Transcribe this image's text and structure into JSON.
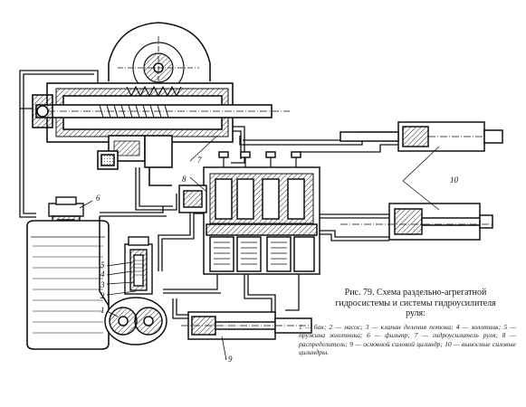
{
  "figure": {
    "caption_lines": [
      "Рис. 79. Схема раздельно-агрегатной",
      "гидросистемы и системы гидроусилителя",
      "руля:"
    ],
    "legend": [
      {
        "num": "1",
        "text": "бак"
      },
      {
        "num": "2",
        "text": "насос"
      },
      {
        "num": "3",
        "text": "клапан деления потока"
      },
      {
        "num": "4",
        "text": "золотник"
      },
      {
        "num": "5",
        "text": "пружина золотника"
      },
      {
        "num": "6",
        "text": "фильтр"
      },
      {
        "num": "7",
        "text": "гидроусилитель руля"
      },
      {
        "num": "8",
        "text": "распределитель"
      },
      {
        "num": "9",
        "text": "основной силовой цилиндр"
      },
      {
        "num": "10",
        "text": "выносные силовые цилиндры"
      }
    ],
    "legend_text": "1 — бак; 2 — насос; 3 — клапан деления потока; 4 — золотник; 5 — пружина золотника; 6 — фильтр; 7 — гидроусилитель руля; 8 — распределитель; 9 — основной силовой цилиндр; 10 — выносные силовые цилиндры."
  },
  "callouts": {
    "c1": "1",
    "c2": "2",
    "c3": "3",
    "c4": "4",
    "c5": "5",
    "c6": "6",
    "c7": "7",
    "c8": "8",
    "c9": "9",
    "c10": "10"
  }
}
